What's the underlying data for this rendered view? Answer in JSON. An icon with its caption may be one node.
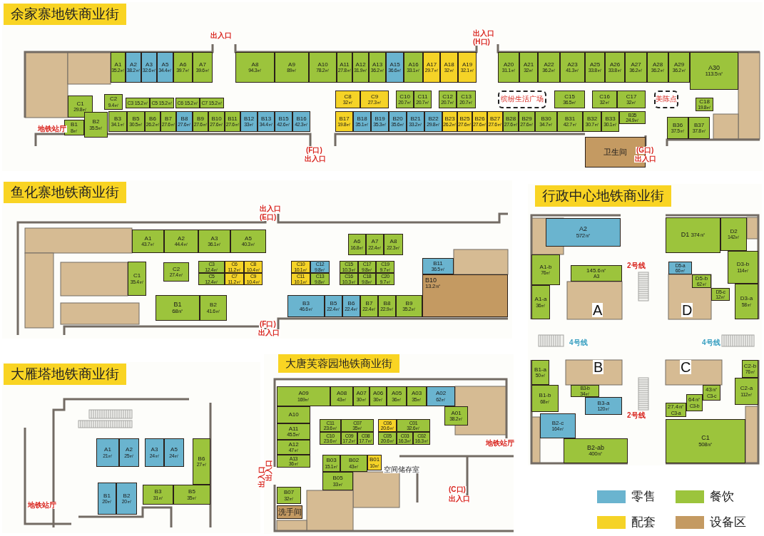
{
  "diagram": {
    "nodes": [
      {
        "text": [
          "余家寨地铁商业街"
        ]
      },
      {
        "text": [
          "A1",
          "35.2㎡"
        ],
        "in": 0
      },
      {
        "text": [
          "A2",
          "38.2㎡"
        ],
        "in": 0
      },
      {
        "text": [
          "A3",
          "32.6㎡"
        ],
        "in": 0
      },
      {
        "text": [
          "A5",
          "34.4㎡"
        ],
        "in": 0
      },
      {
        "text": [
          "A6",
          "39.7㎡"
        ],
        "in": 0
      },
      {
        "text": [
          "A7",
          "39.6㎡"
        ],
        "in": 0
      },
      {
        "text": [
          "A8",
          "94.3㎡"
        ],
        "in": 0
      },
      {
        "text": [
          "A9",
          "89㎡"
        ],
        "in": 0
      },
      {
        "text": [
          "A10",
          "78.2㎡"
        ],
        "in": 0
      },
      {
        "text": [
          "A11",
          "27.8㎡"
        ],
        "in": 0
      },
      {
        "text": [
          "A12",
          "31.9㎡"
        ],
        "in": 0
      },
      {
        "text": [
          "A13",
          "36.2㎡"
        ],
        "in": 0
      },
      {
        "text": [
          "A15",
          "36.6㎡"
        ],
        "in": 0
      },
      {
        "text": [
          "A16",
          "33.1㎡"
        ],
        "in": 0
      },
      {
        "text": [
          "A17",
          "29.7㎡"
        ],
        "in": 0
      },
      {
        "text": [
          "A18",
          "32㎡"
        ],
        "in": 0
      },
      {
        "text": [
          "A19",
          "32.1㎡"
        ],
        "in": 0
      },
      {
        "text": [
          "A20",
          "31.1㎡"
        ],
        "in": 0
      },
      {
        "text": [
          "A21",
          "32㎡"
        ],
        "in": 0
      },
      {
        "text": [
          "A22",
          "36.2㎡"
        ],
        "in": 0
      },
      {
        "text": [
          "A23",
          "41.3㎡"
        ],
        "in": 0
      },
      {
        "text": [
          "A25",
          "33.8㎡"
        ],
        "in": 0
      },
      {
        "text": [
          "A26",
          "33.8㎡"
        ],
        "in": 0
      },
      {
        "text": [
          "A27",
          "36.2㎡"
        ],
        "in": 0
      },
      {
        "text": [
          "A28",
          "36.2㎡"
        ],
        "in": 0
      },
      {
        "text": [
          "A29",
          "36.2㎡"
        ],
        "in": 0
      },
      {
        "text": [
          "A30",
          "113.5㎡"
        ],
        "in": 0
      },
      {
        "text": [
          "C1",
          "29.8㎡"
        ],
        "in": 0
      },
      {
        "text": [
          "C2",
          "9.4㎡"
        ],
        "in": 0
      },
      {
        "text": [
          "C3",
          "15.2㎡"
        ],
        "in": 0
      },
      {
        "text": [
          "C5",
          "15.2㎡"
        ],
        "in": 0
      },
      {
        "text": [
          "C6",
          "15.2㎡"
        ],
        "in": 0
      },
      {
        "text": [
          "C7",
          "15.2㎡"
        ],
        "in": 0
      },
      {
        "text": [
          "C8",
          "32㎡"
        ],
        "in": 0
      },
      {
        "text": [
          "C9",
          "27.3㎡"
        ],
        "in": 0
      },
      {
        "text": [
          "C10",
          "20.7㎡"
        ],
        "in": 0
      },
      {
        "text": [
          "C11",
          "20.7㎡"
        ],
        "in": 0
      },
      {
        "text": [
          "C12",
          "20.7㎡"
        ],
        "in": 0
      },
      {
        "text": [
          "C13",
          "20.7㎡"
        ],
        "in": 0
      },
      {
        "text": [
          "缤纷生活广场"
        ],
        "in": 0
      },
      {
        "text": [
          "C15",
          "36.5㎡"
        ],
        "in": 0
      },
      {
        "text": [
          "C16",
          "32㎡"
        ],
        "in": 0
      },
      {
        "text": [
          "C17",
          "32㎡"
        ],
        "in": 0
      },
      {
        "text": [
          "美陈点"
        ],
        "in": 0
      },
      {
        "text": [
          "C18",
          "19.8㎡"
        ],
        "in": 0
      },
      {
        "text": [
          "B1",
          "8㎡"
        ],
        "in": 0
      },
      {
        "text": [
          "B2",
          "35.5㎡"
        ],
        "in": 0
      },
      {
        "text": [
          "B3",
          "34.1㎡"
        ],
        "in": 0
      },
      {
        "text": [
          "B5",
          "30.5㎡"
        ],
        "in": 0
      },
      {
        "text": [
          "B6",
          "26.2㎡"
        ],
        "in": 0
      },
      {
        "text": [
          "B7",
          "27.6㎡"
        ],
        "in": 0
      },
      {
        "text": [
          "B8",
          "27.6㎡"
        ],
        "in": 0
      },
      {
        "text": [
          "B9",
          "27.6㎡"
        ],
        "in": 0
      },
      {
        "text": [
          "B10",
          "27.6㎡"
        ],
        "in": 0
      },
      {
        "text": [
          "B11",
          "27.6㎡"
        ],
        "in": 0
      },
      {
        "text": [
          "B12",
          "33㎡"
        ],
        "in": 0
      },
      {
        "text": [
          "B13",
          "34.4㎡"
        ],
        "in": 0
      },
      {
        "text": [
          "B15",
          "42.6㎡"
        ],
        "in": 0
      },
      {
        "text": [
          "B16",
          "42.3㎡"
        ],
        "in": 0
      },
      {
        "text": [
          "B17",
          "19.8㎡"
        ],
        "in": 0
      },
      {
        "text": [
          "B18",
          "35.1㎡"
        ],
        "in": 0
      },
      {
        "text": [
          "B19",
          "35.3㎡"
        ],
        "in": 0
      },
      {
        "text": [
          "B20",
          "35.6㎡"
        ],
        "in": 0
      },
      {
        "text": [
          "B21",
          "33.2㎡"
        ],
        "in": 0
      },
      {
        "text": [
          "B22",
          "29.8㎡"
        ],
        "in": 0
      },
      {
        "text": [
          "B23",
          "26.2㎡"
        ],
        "in": 0
      },
      {
        "text": [
          "B25",
          "27.6㎡"
        ],
        "in": 0
      },
      {
        "text": [
          "B26",
          "27.6㎡"
        ],
        "in": 0
      },
      {
        "text": [
          "B27",
          "27.6㎡"
        ],
        "in": 0
      },
      {
        "text": [
          "B28",
          "27.6㎡"
        ],
        "in": 0
      },
      {
        "text": [
          "B29",
          "27.6㎡"
        ],
        "in": 0
      },
      {
        "text": [
          "B30",
          "34.7㎡"
        ],
        "in": 0
      },
      {
        "text": [
          "B31",
          "42.7㎡"
        ],
        "in": 0
      },
      {
        "text": [
          "B32",
          "30.7㎡"
        ],
        "in": 0
      },
      {
        "text": [
          "B33",
          "30.1㎡"
        ],
        "in": 0
      },
      {
        "text": [
          "B35",
          "24.9㎡"
        ],
        "in": 0
      },
      {
        "text": [
          "B36",
          "37.5㎡"
        ],
        "in": 0
      },
      {
        "text": [
          "B37",
          "37.8㎡"
        ],
        "in": 0
      },
      {
        "text": [
          "卫生间"
        ],
        "in": 0
      },
      {
        "text": [
          "鱼化寨地铁商业街"
        ]
      },
      {
        "text": [
          "A1",
          "43.7㎡"
        ],
        "in": 80
      },
      {
        "text": [
          "A2",
          "44.4㎡"
        ],
        "in": 80
      },
      {
        "text": [
          "A3",
          "36.1㎡"
        ],
        "in": 80
      },
      {
        "text": [
          "A5",
          "40.3㎡"
        ],
        "in": 80
      },
      {
        "text": [
          "A6",
          "16.8㎡"
        ],
        "in": 80
      },
      {
        "text": [
          "A7",
          "22.4㎡"
        ],
        "in": 80
      },
      {
        "text": [
          "A8",
          "22.3㎡"
        ],
        "in": 80
      },
      {
        "text": [
          "C1",
          "35.4㎡"
        ],
        "in": 80
      },
      {
        "text": [
          "C2",
          "27.4㎡"
        ],
        "in": 80
      },
      {
        "text": [
          "C3",
          "12.4㎡"
        ],
        "in": 80
      },
      {
        "text": [
          "C6",
          "11.2㎡"
        ],
        "in": 80
      },
      {
        "text": [
          "C8",
          "10.4㎡"
        ],
        "in": 80
      },
      {
        "text": [
          "C5",
          "12.4㎡"
        ],
        "in": 80
      },
      {
        "text": [
          "C7",
          "11.2㎡"
        ],
        "in": 80
      },
      {
        "text": [
          "C9",
          "10.4㎡"
        ],
        "in": 80
      },
      {
        "text": [
          "C10",
          "10.1㎡"
        ],
        "in": 80
      },
      {
        "text": [
          "C12",
          "9.8㎡"
        ],
        "in": 80
      },
      {
        "text": [
          "C11",
          "10.1㎡"
        ],
        "in": 80
      },
      {
        "text": [
          "C13",
          "9.8㎡"
        ],
        "in": 80
      },
      {
        "text": [
          "C15",
          "10.3㎡"
        ],
        "in": 80
      },
      {
        "text": [
          "C17",
          "9.8㎡"
        ],
        "in": 80
      },
      {
        "text": [
          "C19",
          "9.7㎡"
        ],
        "in": 80
      },
      {
        "text": [
          "C16",
          "10.3㎡"
        ],
        "in": 80
      },
      {
        "text": [
          "C18",
          "9.8㎡"
        ],
        "in": 80
      },
      {
        "text": [
          "C20",
          "9.7㎡"
        ],
        "in": 80
      },
      {
        "text": [
          "B11",
          "36.5㎡"
        ],
        "in": 80
      },
      {
        "text": [
          "B10",
          "13.2㎡"
        ],
        "in": 80
      },
      {
        "text": [
          "B1",
          "68㎡"
        ],
        "in": 80
      },
      {
        "text": [
          "B2",
          "41.6㎡"
        ],
        "in": 80
      },
      {
        "text": [
          "B3",
          "46.6㎡"
        ],
        "in": 80
      },
      {
        "text": [
          "B5",
          "22.4㎡"
        ],
        "in": 80
      },
      {
        "text": [
          "B6",
          "22.4㎡"
        ],
        "in": 80
      },
      {
        "text": [
          "B7",
          "22.4㎡"
        ],
        "in": 80
      },
      {
        "text": [
          "B8",
          "22.9㎡"
        ],
        "in": 80
      },
      {
        "text": [
          "B9",
          "35.2㎡"
        ],
        "in": 80
      },
      {
        "text": [
          "大雁塔地铁商业街"
        ]
      },
      {
        "text": [
          "A1",
          "21㎡"
        ],
        "in": 116
      },
      {
        "text": [
          "A2",
          "25㎡"
        ],
        "in": 116
      },
      {
        "text": [
          "A3",
          "24㎡"
        ],
        "in": 116
      },
      {
        "text": [
          "A5",
          "24㎡"
        ],
        "in": 116
      },
      {
        "text": [
          "B6",
          "27㎡"
        ],
        "in": 116
      },
      {
        "text": [
          "B1",
          "20㎡"
        ],
        "in": 116
      },
      {
        "text": [
          "B2",
          "20㎡"
        ],
        "in": 116
      },
      {
        "text": [
          "B3",
          "31㎡"
        ],
        "in": 116
      },
      {
        "text": [
          "B5",
          "35㎡"
        ],
        "in": 116
      },
      {
        "text": [
          "大唐芙蓉园地铁商业街"
        ]
      },
      {
        "text": [
          "A09",
          "169㎡"
        ],
        "in": 126
      },
      {
        "text": [
          "A08",
          "43㎡"
        ],
        "in": 126
      },
      {
        "text": [
          "A07",
          "30㎡"
        ],
        "in": 126
      },
      {
        "text": [
          "A06",
          "30㎡"
        ],
        "in": 126
      },
      {
        "text": [
          "A05",
          "36㎡"
        ],
        "in": 126
      },
      {
        "text": [
          "A03",
          "35㎡"
        ],
        "in": 126
      },
      {
        "text": [
          "A02",
          "62㎡"
        ],
        "in": 126
      },
      {
        "text": [
          "A01",
          "38.2㎡"
        ],
        "in": 126
      },
      {
        "text": [
          "A10"
        ],
        "in": 126
      },
      {
        "text": [
          "A11",
          "45.5㎡"
        ],
        "in": 126
      },
      {
        "text": [
          "A12",
          "47㎡"
        ],
        "in": 126
      },
      {
        "text": [
          "A13",
          "36㎡"
        ],
        "in": 126
      },
      {
        "text": [
          "C11",
          "23.6㎡"
        ],
        "in": 126
      },
      {
        "text": [
          "C07",
          "35㎡"
        ],
        "in": 126
      },
      {
        "text": [
          "C10",
          "23.6㎡"
        ],
        "in": 126
      },
      {
        "text": [
          "C09",
          "17.2㎡"
        ],
        "in": 126
      },
      {
        "text": [
          "C08",
          "17.7㎡"
        ],
        "in": 126
      },
      {
        "text": [
          "C06",
          "20.6㎡"
        ],
        "in": 126
      },
      {
        "text": [
          "C01",
          "32.6㎡"
        ],
        "in": 126
      },
      {
        "text": [
          "C05",
          "20.6㎡"
        ],
        "in": 126
      },
      {
        "text": [
          "C03",
          "16.3㎡"
        ],
        "in": 126
      },
      {
        "text": [
          "C02",
          "16.3㎡"
        ],
        "in": 126
      },
      {
        "text": [
          "B03",
          "15.1㎡"
        ],
        "in": 126
      },
      {
        "text": [
          "B02",
          "43㎡"
        ],
        "in": 126
      },
      {
        "text": [
          "B01",
          "10㎡"
        ],
        "in": 126
      },
      {
        "text": [
          "B05",
          "33㎡"
        ],
        "in": 126
      },
      {
        "text": [
          "B07",
          "32㎡"
        ],
        "in": 126
      },
      {
        "text": [
          "洗手间"
        ],
        "in": 126
      },
      {
        "text": [
          "行政中心地铁商业街"
        ]
      },
      {
        "text": [
          "A2",
          "572㎡"
        ],
        "in": 155
      },
      {
        "text": [
          "A1-b",
          "76㎡"
        ],
        "in": 155
      },
      {
        "text": [
          "145.6㎡",
          "A3"
        ],
        "in": 155
      },
      {
        "text": [
          "A1-a",
          "36㎡"
        ],
        "in": 155
      },
      {
        "text": [
          "D1",
          "374㎡"
        ],
        "in": 155
      },
      {
        "text": [
          "D2",
          "142㎡"
        ],
        "in": 155
      },
      {
        "text": [
          "D5-a",
          "66㎡"
        ],
        "in": 155
      },
      {
        "text": [
          "D3-b",
          "114㎡"
        ],
        "in": 155
      },
      {
        "text": [
          "D5-b",
          "62㎡"
        ],
        "in": 155
      },
      {
        "text": [
          "D5-c",
          "12㎡"
        ],
        "in": 155
      },
      {
        "text": [
          "D3-a",
          "58㎡"
        ],
        "in": 155
      },
      {
        "text": [
          "B1-a",
          "50㎡"
        ],
        "in": 155
      },
      {
        "text": [
          "B3-b",
          "34㎡"
        ],
        "in": 155
      },
      {
        "text": [
          "B1-b",
          "68㎡"
        ],
        "in": 155
      },
      {
        "text": [
          "B3-a",
          "120㎡"
        ],
        "in": 155
      },
      {
        "text": [
          "B2-c",
          "164㎡"
        ],
        "in": 155
      },
      {
        "text": [
          "B2-ab",
          "400㎡"
        ],
        "in": 155
      },
      {
        "text": [
          "C2-b",
          "76㎡"
        ],
        "in": 155
      },
      {
        "text": [
          "43㎡",
          "C3-c"
        ],
        "in": 155
      },
      {
        "text": [
          "C2-a",
          "112㎡"
        ],
        "in": 155
      },
      {
        "text": [
          "64㎡",
          "C3-b"
        ],
        "in": 155
      },
      {
        "text": [
          "27.4㎡",
          "C3-a"
        ],
        "in": 155
      },
      {
        "text": [
          "C1",
          "508㎡"
        ],
        "in": 155
      }
    ],
    "labels": [
      "出入口",
      "出入口",
      "(H口)",
      "地铁站厅",
      "(F口)",
      "出入口",
      "(G口)",
      "出入口",
      "出入口",
      "(E口)",
      "(F口)",
      "出入口",
      "地铁站厅",
      "出入口",
      "A",
      "2号线",
      "D",
      "4号线",
      "4号线",
      "B",
      "C",
      "2号线",
      "出入口",
      "空间储存室",
      "地铁站厅",
      "(C口)",
      "出入口"
    ],
    "legend": [
      {
        "text": "零售",
        "color": "#6ab4cf"
      },
      {
        "text": "餐饮",
        "color": "#9cc43c"
      },
      {
        "text": "配套",
        "color": "#f5d327"
      },
      {
        "text": "设备区",
        "color": "#c49a62"
      }
    ]
  }
}
